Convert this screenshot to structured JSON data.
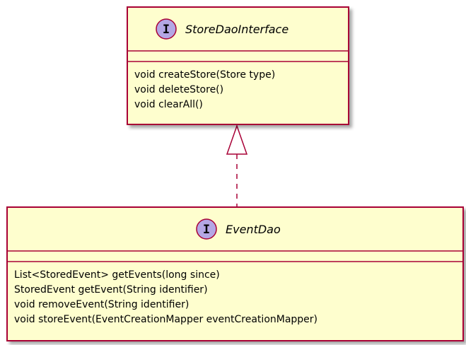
{
  "diagram_type": "uml-class",
  "colors": {
    "class_fill": "#FEFECE",
    "class_border": "#A80036",
    "interface_badge": "#B4A7E5",
    "text": "#000000",
    "arrow": "#A80036"
  },
  "classes": [
    {
      "id": "store-dao-interface",
      "stereotype_letter": "I",
      "name": "StoreDaoInterface",
      "methods": [
        "void createStore(Store type)",
        "void deleteStore()",
        "void clearAll()"
      ]
    },
    {
      "id": "event-dao",
      "stereotype_letter": "I",
      "name": "EventDao",
      "methods": [
        "List<StoredEvent> getEvents(long since)",
        "StoredEvent getEvent(String identifier)",
        "void removeEvent(String identifier)",
        "void storeEvent(EventCreationMapper eventCreationMapper)"
      ]
    }
  ],
  "relations": [
    {
      "type": "realization",
      "from": "event-dao",
      "to": "store-dao-interface"
    }
  ]
}
